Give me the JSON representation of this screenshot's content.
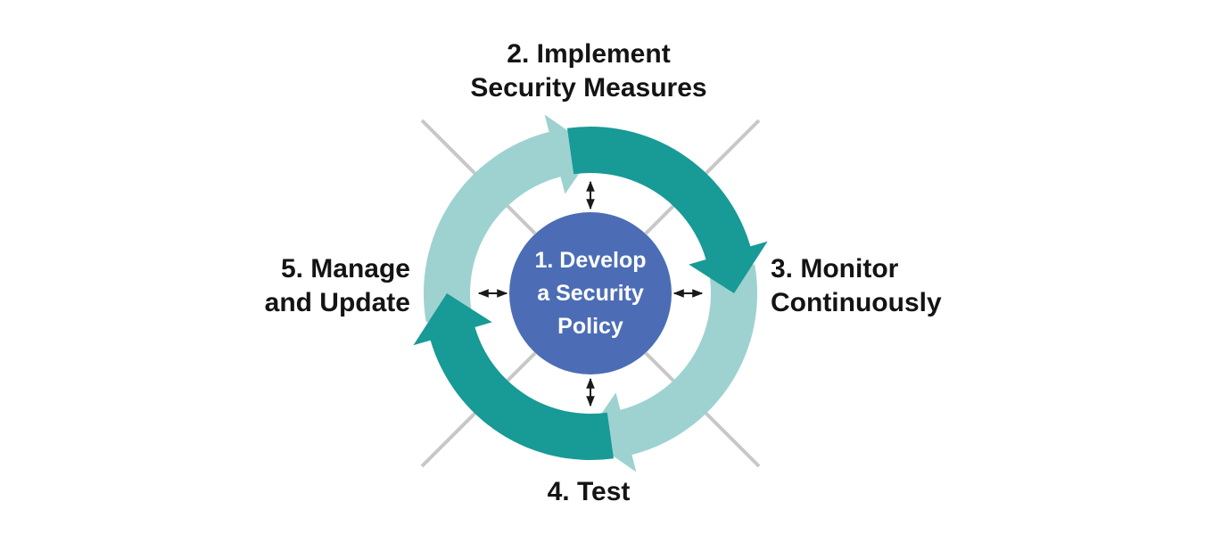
{
  "diagram": {
    "center": {
      "lines": [
        "1. Develop",
        "a Security",
        "Policy"
      ]
    },
    "steps": [
      {
        "id": "step2",
        "lines": [
          "2. Implement",
          "Security Measures"
        ]
      },
      {
        "id": "step3",
        "lines": [
          "3. Monitor",
          "Continuously"
        ]
      },
      {
        "id": "step4",
        "lines": [
          "4. Test"
        ]
      },
      {
        "id": "step5",
        "lines": [
          "5. Manage",
          "and Update"
        ]
      }
    ],
    "colors": {
      "dark_teal": "#189a97",
      "light_teal": "#9dd2d0",
      "center_circle": "#4c6db5",
      "cross_lines": "#c8c8c8",
      "connector_arrows": "#1a1a1a",
      "label_text": "#141414",
      "center_text": "#ffffff"
    }
  }
}
